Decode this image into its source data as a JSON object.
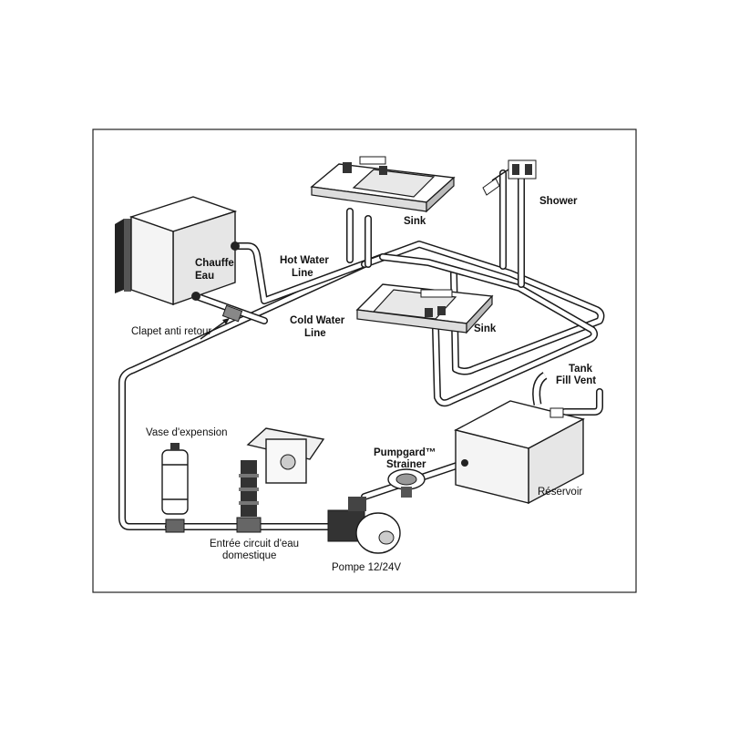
{
  "labels": {
    "chauffe_eau_1": "Chauffe",
    "chauffe_eau_2": "Eau",
    "hot_water_1": "Hot Water",
    "hot_water_2": "Line",
    "cold_water_1": "Cold Water",
    "cold_water_2": "Line",
    "clapet": "Clapet anti retour",
    "sink_top": "Sink",
    "sink_mid": "Sink",
    "shower": "Shower",
    "tank_vent_1": "Tank",
    "tank_vent_2": "Fill Vent",
    "vase": "Vase d'expension",
    "pumpgard_1": "Pumpgard™",
    "pumpgard_2": "Strainer",
    "reservoir": "Réservoir",
    "entree_1": "Entrée circuit d'eau",
    "entree_2": "domestique",
    "pompe": "Pompe 12/24V"
  },
  "colors": {
    "line": "#1a1a1a",
    "fill": "#ffffff",
    "shade": "#d8d8d8"
  }
}
